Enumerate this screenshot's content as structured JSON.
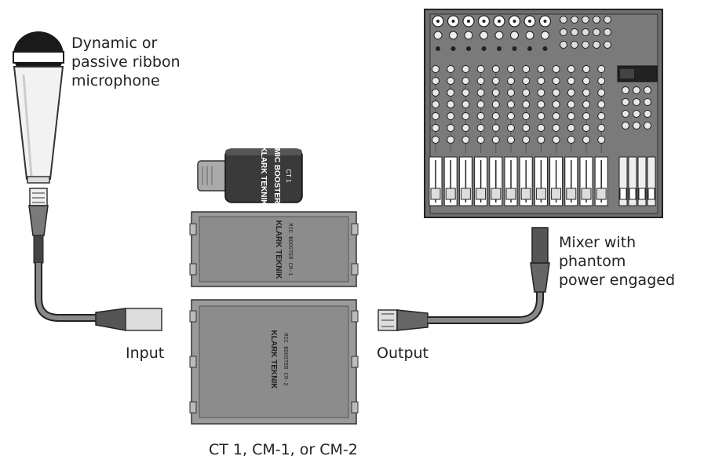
{
  "labels": {
    "mic_line1": "Dynamic or",
    "mic_line2": "passive ribbon",
    "mic_line3": "microphone",
    "mixer_line1": "Mixer with phantom",
    "mixer_line2": "power engaged",
    "input": "Input",
    "output": "Output",
    "caption": "CT 1, CM-1, or CM-2"
  },
  "devices": {
    "ct1": {
      "brand": "KLARK TEKNIK",
      "model": "CT 1",
      "name": "MIC BOOSTER"
    },
    "cm1": {
      "brand": "KLARK TEKNIK",
      "model": "CM-1",
      "name": "MIC BOOSTER  CM-1"
    },
    "cm2": {
      "brand": "KLARK TEKNIK",
      "model": "CM-2",
      "name": "MIC BOOSTER  CM-2"
    }
  },
  "colors": {
    "device_dark": "#3a3a3a",
    "device_gray": "#8f8f8f",
    "cable": "#555555",
    "mixer_body": "#6e6e6e"
  }
}
